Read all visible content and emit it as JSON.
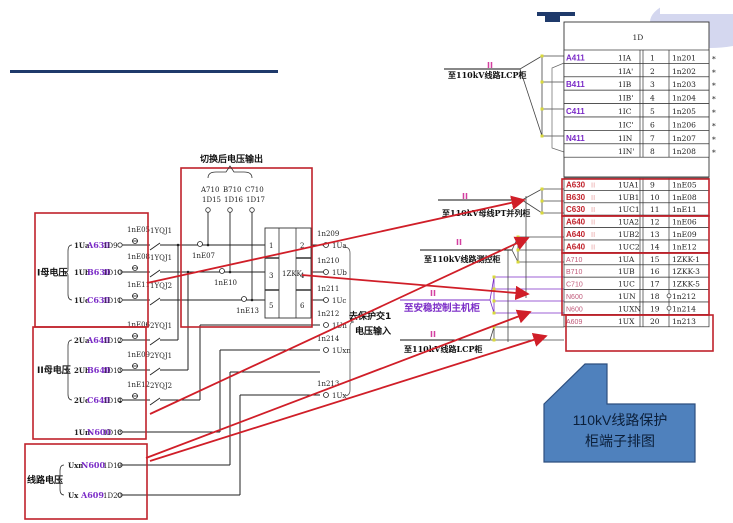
{
  "colors": {
    "red_box": "#c0222b",
    "arrow": "#d01e28",
    "purple": "#7b2cc7",
    "pink_marker": "#d43fa0",
    "header_bar": "#1f3a6b",
    "callout_fill": "#4f81bd",
    "callout_border": "#2e4f7f",
    "dot_yellow": "#d9d93a"
  },
  "header": {
    "decor": "T"
  },
  "bus_groups": [
    {
      "title": "I母电压",
      "rows": [
        {
          "phase": "1Ua",
          "bus": "A630",
          "mark": "II",
          "terminal": "1D9",
          "node": "1nE05",
          "switch": "1YQJ1"
        },
        {
          "phase": "1Ub",
          "bus": "B630",
          "mark": "II",
          "terminal": "1D10",
          "node": "1nE08",
          "switch": "1YQJ1"
        },
        {
          "phase": "1Uc",
          "bus": "C630",
          "mark": "II",
          "terminal": "1D11",
          "node": "1nE11",
          "switch": "1YQJ2"
        }
      ]
    },
    {
      "title": "II母电压",
      "rows": [
        {
          "phase": "2Ua",
          "bus": "A640",
          "mark": "II",
          "terminal": "1D12",
          "node": "1nE06",
          "switch": "2YQJ1"
        },
        {
          "phase": "2Ub",
          "bus": "B640",
          "mark": "II",
          "terminal": "1D13",
          "node": "1nE09",
          "switch": "2YQJ1"
        },
        {
          "phase": "2Uc",
          "bus": "C640",
          "mark": "II",
          "terminal": "1D14",
          "node": "1nE12",
          "switch": "2YQJ2"
        },
        {
          "phase": "1Un",
          "bus": "N600",
          "mark": "",
          "terminal": "1D18",
          "node": "",
          "switch": ""
        }
      ]
    },
    {
      "title": "线路电压",
      "rows": [
        {
          "phase": "Uxn",
          "bus": "N600",
          "terminal": "1D19"
        },
        {
          "phase": "Ux",
          "bus": "A609",
          "terminal": "1D20"
        }
      ]
    }
  ],
  "switched_output": {
    "title": "切换后电压输出",
    "outputs": [
      {
        "bus": "A710",
        "terminal": "1D15",
        "node": "1nE07"
      },
      {
        "bus": "B710",
        "terminal": "1D16",
        "node": "1nE10"
      },
      {
        "bus": "C710",
        "terminal": "1D17",
        "node": "1nE13"
      }
    ],
    "relay": {
      "name": "1ZKK",
      "pins_left": [
        "1",
        "3",
        "5"
      ],
      "pins_right": [
        "2",
        "4",
        "6"
      ]
    }
  },
  "protection_inputs": {
    "title_line1": "去保护交1",
    "title_line2": "电压输入",
    "rows": [
      {
        "node": "1n209",
        "signal": "1Ua"
      },
      {
        "node": "1n210",
        "signal": "1Ub"
      },
      {
        "node": "1n211",
        "signal": "1Uc"
      },
      {
        "node": "1n212",
        "signal": "1Un"
      },
      {
        "node": "1n214",
        "signal": "1Uxn"
      },
      {
        "node": "1n213",
        "signal": "1Ux"
      }
    ]
  },
  "destinations": [
    {
      "marker": "II",
      "label": "至110kV线路LCP柜"
    },
    {
      "marker": "II",
      "label": "至110kV母线PT并列柜"
    },
    {
      "marker": "II",
      "label": "至110kV线路测控柜"
    },
    {
      "marker": "II",
      "label": "至安稳控制主机柜"
    },
    {
      "marker": "II",
      "label": "至110kV线路LCP柜"
    }
  ],
  "terminal_block": {
    "title": "1D",
    "rows": [
      {
        "left": "A411",
        "code": "1IA",
        "num": "1",
        "dest": "1n201",
        "star": "*"
      },
      {
        "left": "",
        "code": "1IA'",
        "num": "2",
        "dest": "1n202",
        "star": "*"
      },
      {
        "left": "B411",
        "code": "1IB",
        "num": "3",
        "dest": "1n203",
        "star": "*"
      },
      {
        "left": "",
        "code": "1IB'",
        "num": "4",
        "dest": "1n204",
        "star": "*"
      },
      {
        "left": "C411",
        "code": "1IC",
        "num": "5",
        "dest": "1n205",
        "star": "*"
      },
      {
        "left": "",
        "code": "1IC'",
        "num": "6",
        "dest": "1n206",
        "star": "*"
      },
      {
        "left": "N411",
        "code": "1IN",
        "num": "7",
        "dest": "1n207",
        "star": "*"
      },
      {
        "left": "",
        "code": "1IN'",
        "num": "8",
        "dest": "1n208",
        "star": "*"
      },
      {
        "left": "A630 II",
        "code": "1UA1",
        "num": "9",
        "dest": "1nE05",
        "star": ""
      },
      {
        "left": "B630 II",
        "code": "1UB1",
        "num": "10",
        "dest": "1nE08",
        "star": ""
      },
      {
        "left": "C630 II",
        "code": "1UC1",
        "num": "11",
        "dest": "1nE11",
        "star": ""
      },
      {
        "left": "A640 II",
        "code": "1UA2",
        "num": "12",
        "dest": "1nE06",
        "star": ""
      },
      {
        "left": "A640 II",
        "code": "1UB2",
        "num": "13",
        "dest": "1nE09",
        "star": ""
      },
      {
        "left": "A640 II",
        "code": "1UC2",
        "num": "14",
        "dest": "1nE12",
        "star": ""
      },
      {
        "left": "A710",
        "code": "1UA",
        "num": "15",
        "dest": "1ZKK-1",
        "star": ""
      },
      {
        "left": "B710",
        "code": "1UB",
        "num": "16",
        "dest": "1ZKK-3",
        "star": ""
      },
      {
        "left": "C710",
        "code": "1UC",
        "num": "17",
        "dest": "1ZKK-5",
        "star": ""
      },
      {
        "left": "N600",
        "code": "1UN",
        "num": "18",
        "dest": "1n212",
        "star": ""
      },
      {
        "left": "N600",
        "code": "1UXN",
        "num": "19",
        "dest": "1n214",
        "star": ""
      },
      {
        "left": "A609",
        "code": "1UX",
        "num": "20",
        "dest": "1n213",
        "star": ""
      }
    ]
  },
  "callout": {
    "line1": "110kV线路保护",
    "line2": "柜端子排图"
  }
}
